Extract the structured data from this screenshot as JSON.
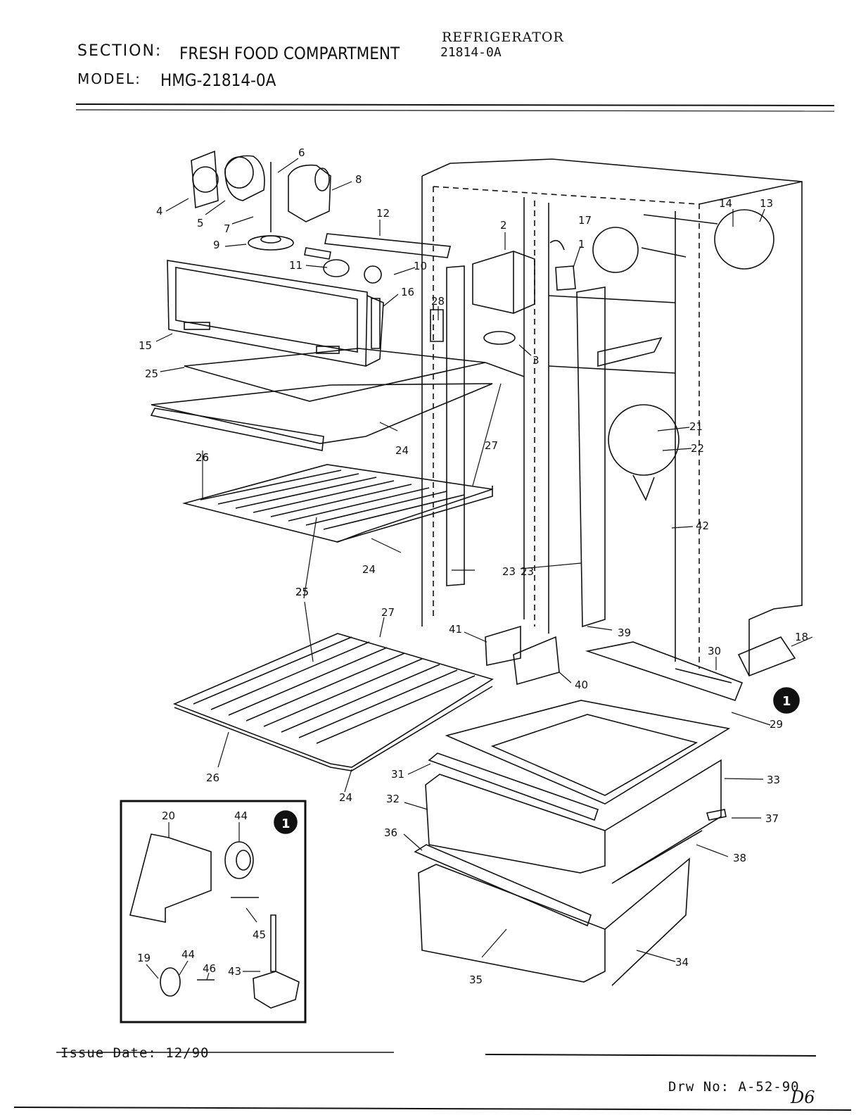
{
  "header": {
    "section_label": "SECTION:",
    "section_value": "FRESH FOOD COMPARTMENT",
    "model_label": "MODEL:",
    "model_value": "HMG-21814-0A",
    "product_type": "REFRIGERATOR",
    "product_number": "21814-0A"
  },
  "footer": {
    "issue_date": "Issue Date: 12/90",
    "drawing_number": "Drw No: A-52-90",
    "handwritten_note": "D6"
  },
  "inset": {
    "badge": "1"
  },
  "callouts": [
    "1",
    "2",
    "3",
    "4",
    "5",
    "6",
    "7",
    "8",
    "9",
    "10",
    "11",
    "12",
    "13",
    "14",
    "15",
    "16",
    "17",
    "18",
    "19",
    "20",
    "21",
    "22",
    "23",
    "23",
    "24",
    "24",
    "24",
    "25",
    "25",
    "25",
    "26",
    "26",
    "26",
    "27",
    "27",
    "28",
    "29",
    "30",
    "31",
    "32",
    "33",
    "34",
    "35",
    "36",
    "37",
    "38",
    "39",
    "40",
    "41",
    "42",
    "43",
    "44",
    "44",
    "45",
    "46"
  ]
}
